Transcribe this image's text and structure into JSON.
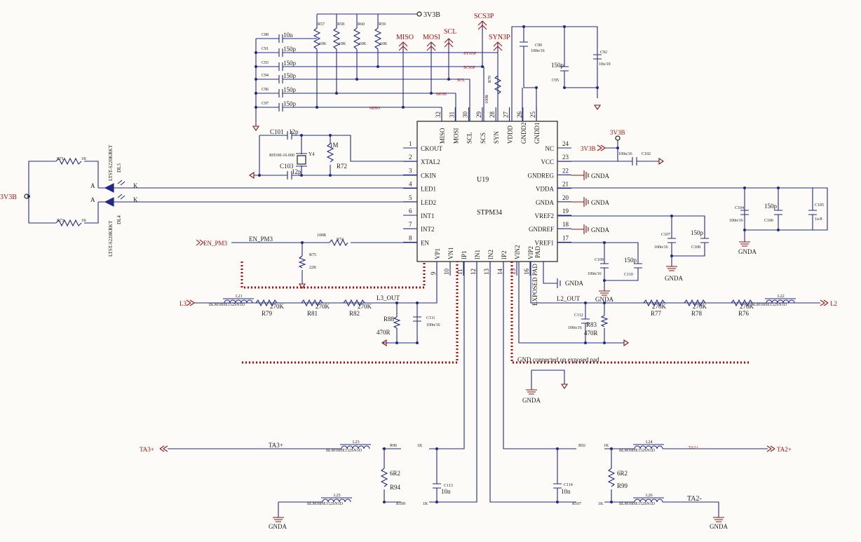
{
  "chip": {
    "designator": "U19",
    "part": "STPM34",
    "left_pins": [
      {
        "num": "1",
        "name": "CKOUT"
      },
      {
        "num": "2",
        "name": "XTAL2"
      },
      {
        "num": "3",
        "name": "CKIN"
      },
      {
        "num": "4",
        "name": "LED1"
      },
      {
        "num": "5",
        "name": "LED2"
      },
      {
        "num": "6",
        "name": "INT1"
      },
      {
        "num": "7",
        "name": "INT2"
      },
      {
        "num": "8",
        "name": "EN"
      }
    ],
    "right_pins": [
      {
        "num": "24",
        "name": "NC"
      },
      {
        "num": "23",
        "name": "VCC"
      },
      {
        "num": "22",
        "name": "GNDREG"
      },
      {
        "num": "21",
        "name": "VDDA"
      },
      {
        "num": "20",
        "name": "GNDA"
      },
      {
        "num": "19",
        "name": "VREF2"
      },
      {
        "num": "18",
        "name": "GNDREF"
      },
      {
        "num": "17",
        "name": "VREF1"
      }
    ],
    "top_pins": [
      {
        "num": "32",
        "name": "MISO"
      },
      {
        "num": "31",
        "name": "MOSI"
      },
      {
        "num": "30",
        "name": "SCL"
      },
      {
        "num": "29",
        "name": "SCS"
      },
      {
        "num": "28",
        "name": "SYN"
      },
      {
        "num": "27",
        "name": "VDDD"
      },
      {
        "num": "26",
        "name": "GNDD2"
      },
      {
        "num": "25",
        "name": "GNDD1"
      }
    ],
    "bottom_pins": [
      {
        "num": "9",
        "name": "VP1"
      },
      {
        "num": "10",
        "name": "VN1"
      },
      {
        "num": "11",
        "name": "IP1"
      },
      {
        "num": "12",
        "name": "IN1"
      },
      {
        "num": "13",
        "name": "IN2"
      },
      {
        "num": "14",
        "name": "IP2"
      },
      {
        "num": "15",
        "name": "VIN2"
      },
      {
        "num": "16",
        "name": "VIP2"
      }
    ],
    "exposed_pad_label": "EXPOSED PAD",
    "pad_pin_label": "PAD"
  },
  "nets": {
    "vcc": "3V3B",
    "gnda": "GNDA",
    "miso": "MISO",
    "mosi": "MOSI",
    "scl": "SCL",
    "scs3p": "SCS3P",
    "syn3p": "SYN3P",
    "en_pm3": "EN_PM3",
    "l3": "L3",
    "l2": "L2",
    "l3_out": "L3_OUT",
    "l2_out": "L2_OUT",
    "ta3p": "TA3+",
    "ta2p": "TA2+",
    "ta2m": "TA2-",
    "synsp": "SYN3P",
    "scs3p_small": "SCS3P",
    "scl_small": "SCL",
    "mosi_small": "MOSI",
    "miso_small": "MISO"
  },
  "components": {
    "r57": "R57",
    "r58": "R58",
    "r60": "R60",
    "r59": "R59",
    "r10k": "10K",
    "c88": "C88",
    "c91": "C91",
    "c93": "C93",
    "c94": "C94",
    "c96": "C96",
    "c97": "C97",
    "v10n": "10n",
    "v150p": "150p",
    "c90": "C90",
    "c90v": "100n/16",
    "c92": "C92",
    "c92v": "10u/10",
    "c95": "C95",
    "r70": "R70",
    "r70v": "100R",
    "c101": "C101",
    "c103": "C103",
    "v12p": "12p",
    "y4": "Y4",
    "y4v": "RH100-16.000",
    "r72": "R72",
    "v1m": "1M",
    "r71": "R71",
    "r73": "R73",
    "r1k": "1K",
    "dl3": "DL3",
    "dl4": "DL4",
    "led": "LTST-S220KRKT",
    "a": "A",
    "k": "K",
    "r74": "R74",
    "r74v": "100R",
    "r75": "R75",
    "r75v": "22K",
    "l21": "L21",
    "l22": "L22",
    "l23": "L23",
    "l24": "L24",
    "l25": "L25",
    "l26": "L26",
    "bead": "BLM18HE152SN1D",
    "r79": "R79",
    "r81": "R81",
    "r82": "R82",
    "r77": "R77",
    "r78": "R78",
    "r76": "R76",
    "r270k": "270K",
    "r88": "R88",
    "r83": "R83",
    "r470": "470R",
    "c111": "C111",
    "c112": "C112",
    "v100n": "100n/16",
    "c102": "C102",
    "c104": "C104",
    "c105": "C105",
    "c106": "C106",
    "c107": "C107",
    "c108": "C108",
    "c109": "C109",
    "c110": "C110",
    "v1u": "1u/8",
    "r90": "R90",
    "r92": "R92",
    "r109": "R109",
    "r107": "R107",
    "r94": "R94",
    "r99": "R99",
    "v6r2": "6R2",
    "c113": "C113",
    "c114": "C114"
  },
  "notes": {
    "gnd_pad": "GND connected on exposed pad"
  }
}
